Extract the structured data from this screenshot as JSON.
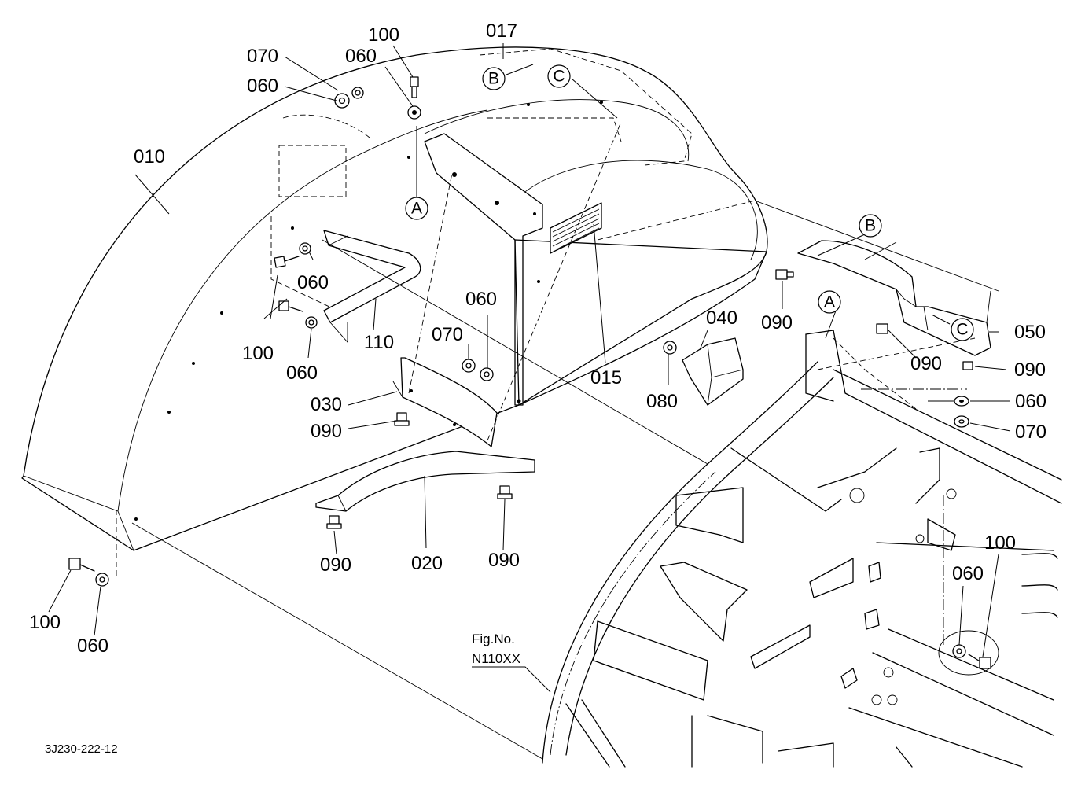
{
  "labels": {
    "p010": "010",
    "p015": "015",
    "p017": "017",
    "p020": "020",
    "p030": "030",
    "p040": "040",
    "p050": "050",
    "p110": "110",
    "p060_top_left": "060",
    "p060_top_right": "060",
    "p060_mid_a": "060",
    "p060_mid_b": "060",
    "p060_center": "060",
    "p060_right": "060",
    "p060_bottom_right": "060",
    "p060_bottom_left": "060",
    "p070_top": "070",
    "p070_center": "070",
    "p070_right": "070",
    "p080": "080",
    "p090_030": "090",
    "p090_020_left": "090",
    "p090_020_right": "090",
    "p090_050_left": "090",
    "p090_050_mid": "090",
    "p090_050_right": "090",
    "p100_top": "100",
    "p100_mid": "100",
    "p100_bottom_left": "100",
    "p100_bottom_right": "100"
  },
  "callouts": {
    "a_top": "A",
    "a_right": "A",
    "b_top": "B",
    "b_right": "B",
    "c_top": "C",
    "c_right": "C"
  },
  "figure_ref": {
    "line1": "Fig.No.",
    "line2": "N110XX"
  },
  "drawing_code": "3J230-222-12"
}
